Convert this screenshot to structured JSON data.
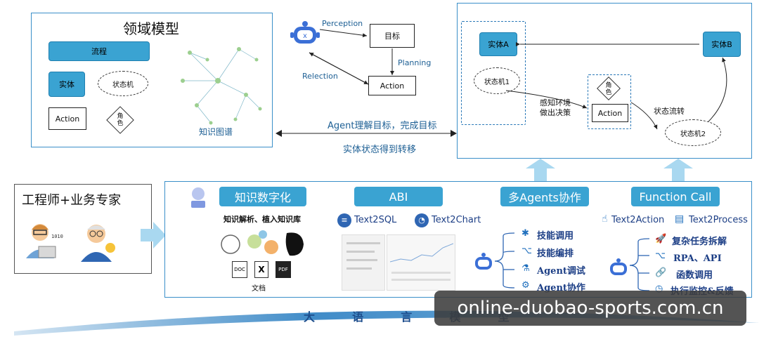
{
  "domain_model": {
    "title": "领域模型",
    "process": "流程",
    "entity": "实体",
    "state_machine": "状态机",
    "action": "Action",
    "role": "角色",
    "knowledge_graph": "知识图谱"
  },
  "agent_loop": {
    "perception": "Perception",
    "goal": "目标",
    "planning": "Planning",
    "action": "Action",
    "relection": "Relection"
  },
  "middle_labels": {
    "understand": "Agent理解目标，完成目标",
    "transfer": "实体状态得到转移"
  },
  "right_panel": {
    "entity_a": "实体A",
    "entity_b": "实体B",
    "state_machine_1": "状态机1",
    "state_machine_2": "状态机2",
    "perceive": "感知环境",
    "decide": "做出决策",
    "role": "角色",
    "action": "Action",
    "state_flow": "状态流转"
  },
  "roles": {
    "title": "工程师+业务专家"
  },
  "sections": {
    "knowledge_digitization": {
      "header": "知识数字化",
      "subtitle": "知识解析、植入知识库",
      "doc_icons": [
        "DOC",
        "X",
        "PDF"
      ],
      "doc_label": "文档"
    },
    "abi": {
      "header": "ABI",
      "items": [
        "Text2SQL",
        "Text2Chart"
      ]
    },
    "multi_agents": {
      "header": "多Agents协作",
      "items": [
        "技能调用",
        "技能编排",
        "Agent调试",
        "Agent协作"
      ]
    },
    "function_call": {
      "header": "Function Call",
      "tools": [
        "Text2Action",
        "Text2Process"
      ],
      "items": [
        "复杂任务拆解",
        "RPA、API",
        "函数调用",
        "执行监控&反馈"
      ]
    }
  },
  "llm_base": {
    "label": "大  语  言  模  型"
  },
  "watermark": "online-duobao-sports.com.cn",
  "colors": {
    "accent": "#3aa3d2",
    "border": "#3a8fc9",
    "arrow": "#a9d8f0"
  }
}
